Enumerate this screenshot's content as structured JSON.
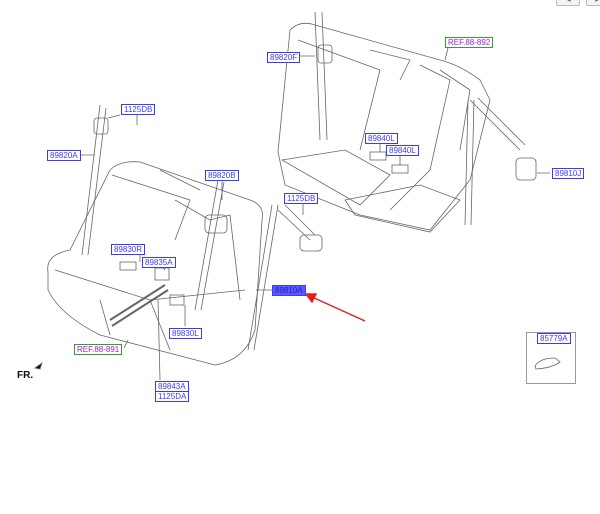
{
  "labels": {
    "p89820F": "89820F",
    "ref892": "REF.88-892",
    "p1125DB_a": "1125DB",
    "p89820A": "89820A",
    "p89820B": "89820B",
    "p89840L_a": "89840L",
    "p89840L_b": "89840L",
    "p89810J": "89810J",
    "p1125DB_b": "1125DB",
    "p89830R": "89830R",
    "p89835A": "89835A",
    "p89810A": "89810A",
    "p89830L": "89830L",
    "ref891": "REF.88-891",
    "p89843A": "89843A",
    "p1125DA": "1125DA",
    "p85779A": "85779A"
  },
  "front_marker": "FR.",
  "nav": {
    "prev": "◀",
    "next": "▶"
  },
  "colors": {
    "label": "#3a3aff",
    "ref_border": "#3a9a3a",
    "ref_text": "#a020d0",
    "highlight": "#5a5aff",
    "arrow": "#e02020"
  }
}
